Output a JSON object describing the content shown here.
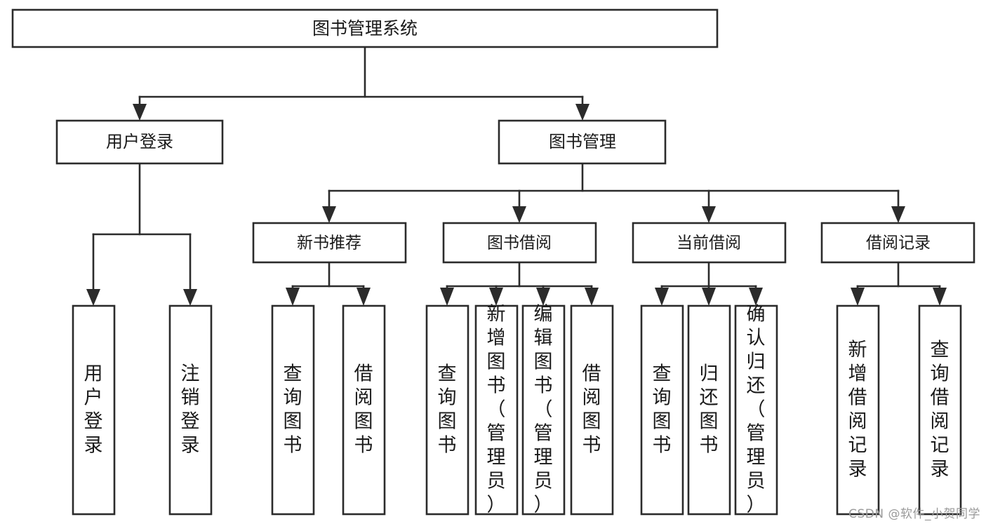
{
  "diagram": {
    "type": "tree-hierarchy",
    "title": "图书管理系统",
    "root": {
      "id": "root",
      "label": "图书管理系统"
    },
    "level2": [
      {
        "id": "user-login",
        "label": "用户登录"
      },
      {
        "id": "book-manage",
        "label": "图书管理"
      }
    ],
    "level3": [
      {
        "id": "new-book-recommend",
        "label": "新书推荐",
        "parent": "book-manage"
      },
      {
        "id": "book-borrow",
        "label": "图书借阅",
        "parent": "book-manage"
      },
      {
        "id": "current-borrow",
        "label": "当前借阅",
        "parent": "book-manage"
      },
      {
        "id": "borrow-record",
        "label": "借阅记录",
        "parent": "book-manage"
      }
    ],
    "leaves": [
      {
        "id": "leaf-user-login",
        "label": "用户登录",
        "parent": "user-login"
      },
      {
        "id": "leaf-logout-login",
        "label": "注销登录",
        "parent": "user-login"
      },
      {
        "id": "leaf-query-book-1",
        "label": "查询图书",
        "parent": "new-book-recommend"
      },
      {
        "id": "leaf-borrow-book-1",
        "label": "借阅图书",
        "parent": "new-book-recommend"
      },
      {
        "id": "leaf-query-book-2",
        "label": "查询图书",
        "parent": "book-borrow"
      },
      {
        "id": "leaf-add-book",
        "label": "新增图书（管理员）",
        "parent": "book-borrow"
      },
      {
        "id": "leaf-edit-book",
        "label": "编辑图书（管理员）",
        "parent": "book-borrow"
      },
      {
        "id": "leaf-borrow-book-2",
        "label": "借阅图书",
        "parent": "book-borrow"
      },
      {
        "id": "leaf-query-book-3",
        "label": "查询图书",
        "parent": "current-borrow"
      },
      {
        "id": "leaf-return-book",
        "label": "归还图书",
        "parent": "current-borrow"
      },
      {
        "id": "leaf-confirm-return",
        "label": "确认归还（管理员）",
        "parent": "current-borrow"
      },
      {
        "id": "leaf-add-record",
        "label": "新增借阅记录",
        "parent": "borrow-record"
      },
      {
        "id": "leaf-query-record",
        "label": "查询借阅记录",
        "parent": "borrow-record"
      }
    ],
    "colors": {
      "stroke": "#2b2b2b",
      "fill": "#ffffff",
      "text": "#1a1a1a",
      "watermark": "#9a9a9a"
    }
  },
  "watermark": {
    "text": "CSDN @软件_小贺同学"
  }
}
